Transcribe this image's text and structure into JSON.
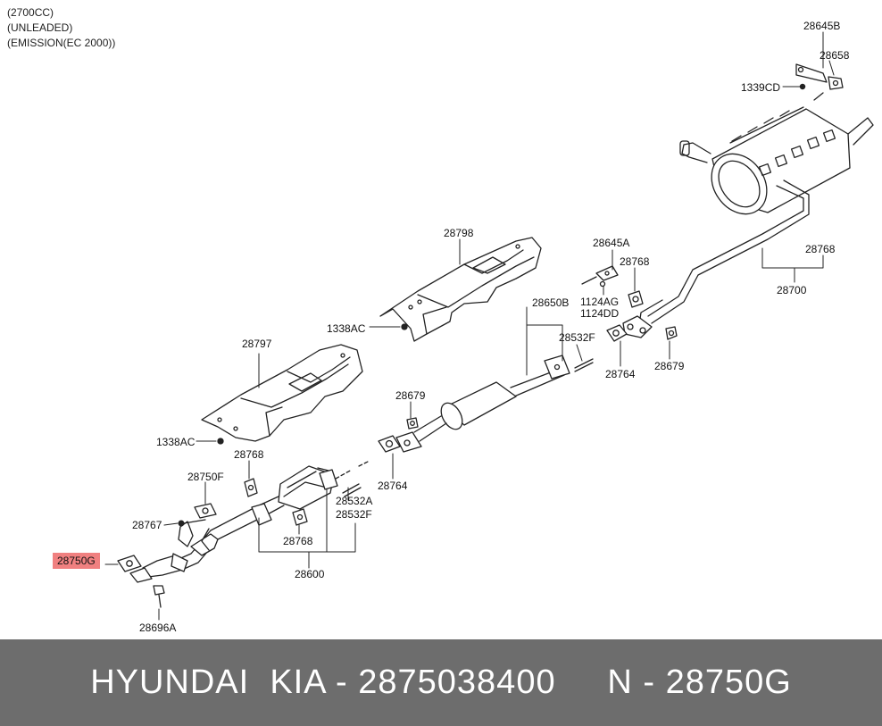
{
  "notes": [
    "(2700CC)",
    "(UNLEADED)",
    "(EMISSION(EC 2000))"
  ],
  "labels": {
    "l28645B": "28645B",
    "l28658": "28658",
    "l1339CD": "1339CD",
    "l28798": "28798",
    "l28645A": "28645A",
    "l28768a": "28768",
    "l28768b": "28768",
    "l28700": "28700",
    "l1124AG": "1124AG",
    "l1124DD": "1124DD",
    "l28650B": "28650B",
    "l28532F_top": "28532F",
    "l1338AC_top": "1338AC",
    "l28797": "28797",
    "l28764_right": "28764",
    "l28679_right": "28679",
    "l28679_mid": "28679",
    "l1338AC_bot": "1338AC",
    "l28768c": "28768",
    "l28764_mid": "28764",
    "l28750F": "28750F",
    "l28532A": "28532A",
    "l28532F_bot": "28532F",
    "l28767": "28767",
    "l28768d": "28768",
    "l28750G": "28750G",
    "l28600": "28600",
    "l28696A": "28696A"
  },
  "highlight_color": "#f08080",
  "footer": {
    "text": "HYUNDAI  KIA - 2875038400     N - 28750G"
  }
}
